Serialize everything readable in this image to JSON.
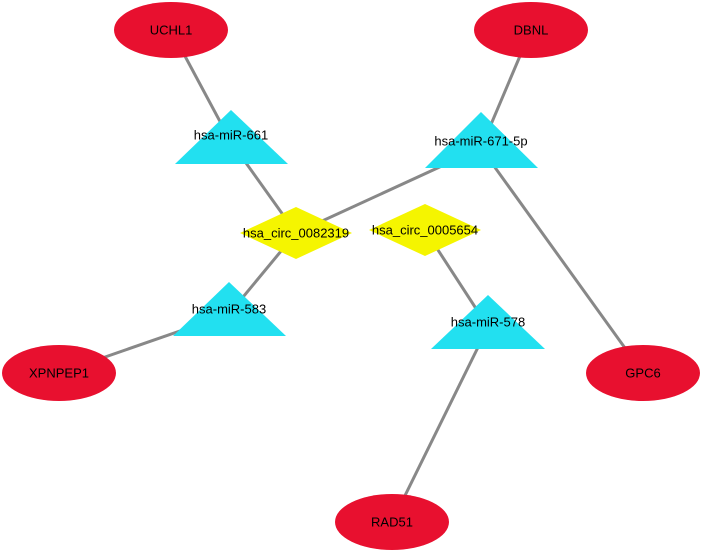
{
  "colors": {
    "mrna": "#e8102f",
    "mirna": "#22e0f0",
    "circrna": "#f5f500",
    "edge": "#888888"
  },
  "nodes": {
    "uchl1": {
      "label": "UCHL1",
      "kind": "mrna"
    },
    "dbnl": {
      "label": "DBNL",
      "kind": "mrna"
    },
    "xpnpep1": {
      "label": "XPNPEP1",
      "kind": "mrna"
    },
    "gpc6": {
      "label": "GPC6",
      "kind": "mrna"
    },
    "rad51": {
      "label": "RAD51",
      "kind": "mrna"
    },
    "mir661": {
      "label": "hsa-miR-661",
      "kind": "mirna"
    },
    "mir6715p": {
      "label": "hsa-miR-671-5p",
      "kind": "mirna"
    },
    "mir583": {
      "label": "hsa-miR-583",
      "kind": "mirna"
    },
    "mir578": {
      "label": "hsa-miR-578",
      "kind": "mirna"
    },
    "circ0082319": {
      "label": "hsa_circ_0082319",
      "kind": "circrna"
    },
    "circ0005654": {
      "label": "hsa_circ_0005654",
      "kind": "circrna"
    }
  },
  "edges": [
    [
      "uchl1",
      "mir661"
    ],
    [
      "mir661",
      "circ0082319"
    ],
    [
      "circ0082319",
      "mir6715p"
    ],
    [
      "circ0082319",
      "mir583"
    ],
    [
      "mir583",
      "xpnpep1"
    ],
    [
      "dbnl",
      "mir6715p"
    ],
    [
      "mir6715p",
      "gpc6"
    ],
    [
      "circ0005654",
      "mir578"
    ],
    [
      "mir578",
      "rad51"
    ]
  ]
}
